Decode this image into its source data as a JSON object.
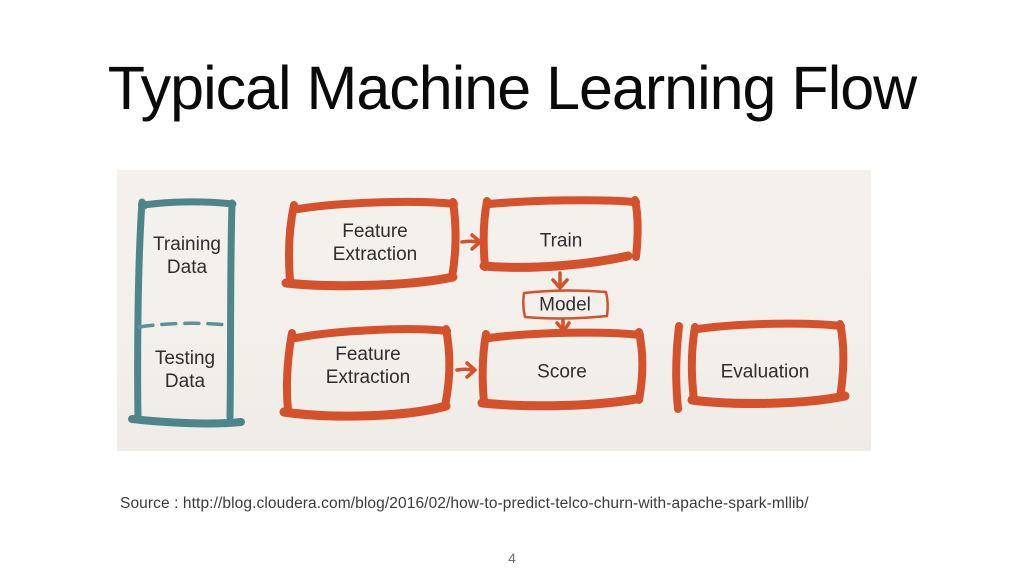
{
  "slide": {
    "title": "Typical Machine Learning Flow",
    "source": "Source : http://blog.cloudera.com/blog/2016/02/how-to-predict-telco-churn-with-apache-spark-mllib/",
    "page_number": "4"
  },
  "diagram": {
    "colors": {
      "background": "#F4F1EC",
      "teal": "#4D858B",
      "orange": "#D4512B",
      "label_text": "#2E2E2E"
    },
    "nodes": {
      "training_data": "Training\nData",
      "testing_data": "Testing\nData",
      "feature_extraction_top": "Feature\nExtraction",
      "train": "Train",
      "model": "Model",
      "feature_extraction_bottom": "Feature\nExtraction",
      "score": "Score",
      "evaluation": "Evaluation"
    },
    "edges": [
      "feature-extraction to train (right arrow)",
      "train to model (down arrow)",
      "model to score (down arrow)",
      "feature-extraction to score (right arrow)"
    ]
  }
}
